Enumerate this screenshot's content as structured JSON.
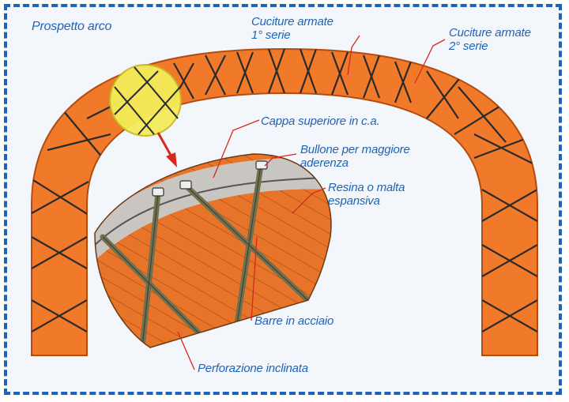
{
  "title": "Prospetto arco",
  "labels": {
    "cuciture_1": "Cuciture armate\n1° serie",
    "cuciture_2": "Cuciture armate\n2° serie",
    "cappa": "Cappa superiore in c.a.",
    "bullone": "Bullone per maggiore\naderenza",
    "resina": "Resina o malta\nespansiva",
    "barre": "Barre in acciaio",
    "perforazione": "Perforazione inclinata"
  },
  "colors": {
    "frame": "#1f63b8",
    "label": "#1f63b8",
    "arch": "#f07a2a",
    "cross_lines": "#2a2a2a",
    "magnifier": "#f3ec5a",
    "pointer": "#d8281e",
    "cap": "#c9c6c2",
    "bars": "#7a7a55"
  }
}
